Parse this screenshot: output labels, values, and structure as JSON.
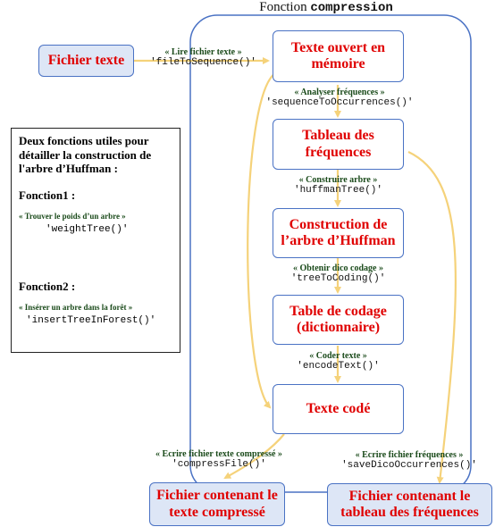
{
  "title": {
    "prefix": "Fonction",
    "name": "compression"
  },
  "nodes": {
    "input_file": "Fichier texte",
    "open_text": "Texte ouvert en mémoire",
    "freq_table": "Tableau des fréquences",
    "huffman_build": "Construction de l’arbre d’Huffman",
    "code_table": "Table de codage (dictionnaire)",
    "coded_text": "Texte codé",
    "out_compressed": "Fichier contenant le texte compressé",
    "out_freq": "Fichier contenant le tableau des fréquences"
  },
  "edges": {
    "read": {
      "text": "« Lire fichier texte »",
      "func": "'fileToSequence()'"
    },
    "analyze": {
      "text": "« Analyser fréquences »",
      "func": "'sequenceToOccurrences()'"
    },
    "build_tree": {
      "text": "« Construire arbre »",
      "func": "'huffmanTree()'"
    },
    "coding": {
      "text": "« Obtenir dico codage »",
      "func": "'treeToCoding()'"
    },
    "encode": {
      "text": "« Coder texte »",
      "func": "'encodeText()'"
    },
    "write_compressed": {
      "text": "« Ecrire fichier texte compressé »",
      "func": "'compressFile()'"
    },
    "write_freq": {
      "text": "« Ecrire fichier fréquences »",
      "func": "'saveDicoOccurrences()'"
    }
  },
  "side_panel": {
    "intro": "Deux fonctions utiles pour détailler la construction de l'arbre d’Huffman :",
    "f1_heading": "Fonction1 :",
    "f1_text": "« Trouver le poids d’un arbre »",
    "f1_func": "'weightTree()'",
    "f2_heading": "Fonction2 :",
    "f2_text": "« Insérer un arbre dans la forêt »",
    "f2_func": "'insertTreeInForest()'"
  },
  "colors": {
    "frame_border": "#4a72c4",
    "node_text": "#e00000",
    "arrow": "#f5d27a",
    "label_text": "#1a4a1a",
    "external_fill": "#dde6f6"
  }
}
